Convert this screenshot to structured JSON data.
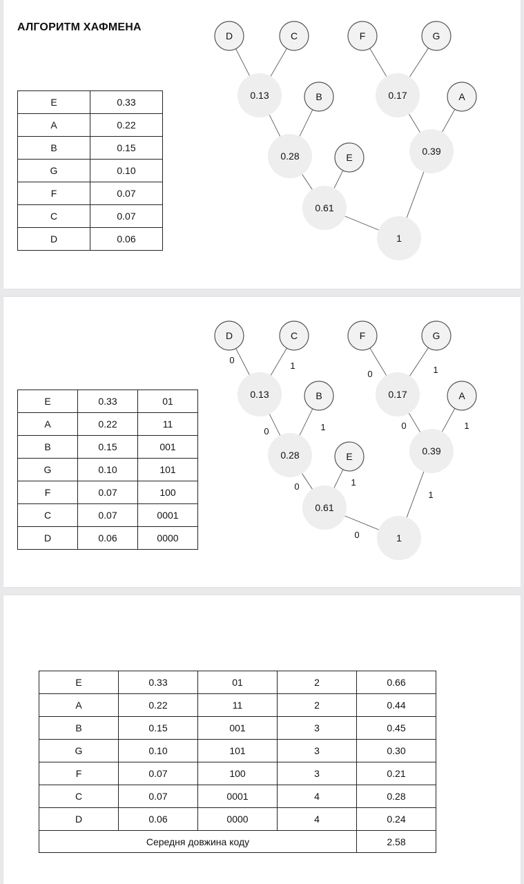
{
  "title": "АЛГОРИТМ ХАФМЕНА",
  "table1": [
    [
      "E",
      "0.33"
    ],
    [
      "A",
      "0.22"
    ],
    [
      "B",
      "0.15"
    ],
    [
      "G",
      "0.10"
    ],
    [
      "F",
      "0.07"
    ],
    [
      "C",
      "0.07"
    ],
    [
      "D",
      "0.06"
    ]
  ],
  "table2": [
    [
      "E",
      "0.33",
      "01"
    ],
    [
      "A",
      "0.22",
      "11"
    ],
    [
      "B",
      "0.15",
      "001"
    ],
    [
      "G",
      "0.10",
      "101"
    ],
    [
      "F",
      "0.07",
      "100"
    ],
    [
      "C",
      "0.07",
      "0001"
    ],
    [
      "D",
      "0.06",
      "0000"
    ]
  ],
  "table3": {
    "rows": [
      [
        "E",
        "0.33",
        "01",
        "2",
        "0.66"
      ],
      [
        "A",
        "0.22",
        "11",
        "2",
        "0.44"
      ],
      [
        "B",
        "0.15",
        "001",
        "3",
        "0.45"
      ],
      [
        "G",
        "0.10",
        "101",
        "3",
        "0.30"
      ],
      [
        "F",
        "0.07",
        "100",
        "3",
        "0.21"
      ],
      [
        "C",
        "0.07",
        "0001",
        "4",
        "0.28"
      ],
      [
        "D",
        "0.06",
        "0000",
        "4",
        "0.24"
      ]
    ],
    "footer_label": "Середня довжина коду",
    "footer_value": "2.58"
  },
  "tree": {
    "nodes": [
      {
        "id": "D",
        "label": "D",
        "kind": "leaf"
      },
      {
        "id": "C",
        "label": "C",
        "kind": "leaf"
      },
      {
        "id": "F",
        "label": "F",
        "kind": "leaf"
      },
      {
        "id": "G",
        "label": "G",
        "kind": "leaf"
      },
      {
        "id": "B",
        "label": "B",
        "kind": "leaf"
      },
      {
        "id": "A",
        "label": "A",
        "kind": "leaf"
      },
      {
        "id": "E",
        "label": "E",
        "kind": "leaf"
      },
      {
        "id": "n013",
        "label": "0.13",
        "kind": "internal"
      },
      {
        "id": "n017",
        "label": "0.17",
        "kind": "internal"
      },
      {
        "id": "n028",
        "label": "0.28",
        "kind": "internal"
      },
      {
        "id": "n039",
        "label": "0.39",
        "kind": "internal"
      },
      {
        "id": "n061",
        "label": "0.61",
        "kind": "internal"
      },
      {
        "id": "root",
        "label": "1",
        "kind": "internal"
      }
    ],
    "edges": [
      {
        "from": "D",
        "to": "n013",
        "bit": "0"
      },
      {
        "from": "C",
        "to": "n013",
        "bit": "1"
      },
      {
        "from": "F",
        "to": "n017",
        "bit": "0"
      },
      {
        "from": "G",
        "to": "n017",
        "bit": "1"
      },
      {
        "from": "n013",
        "to": "n028",
        "bit": "0"
      },
      {
        "from": "B",
        "to": "n028",
        "bit": "1"
      },
      {
        "from": "n017",
        "to": "n039",
        "bit": "0"
      },
      {
        "from": "A",
        "to": "n039",
        "bit": "1"
      },
      {
        "from": "n028",
        "to": "n061",
        "bit": "0"
      },
      {
        "from": "E",
        "to": "n061",
        "bit": "1"
      },
      {
        "from": "n061",
        "to": "root",
        "bit": "0"
      },
      {
        "from": "n039",
        "to": "root",
        "bit": "1"
      }
    ]
  },
  "colors": {
    "leaf_fill": "#f2f2f2",
    "leaf_stroke": "#555555",
    "internal_fill": "#eeeeee",
    "edge": "#666666"
  }
}
